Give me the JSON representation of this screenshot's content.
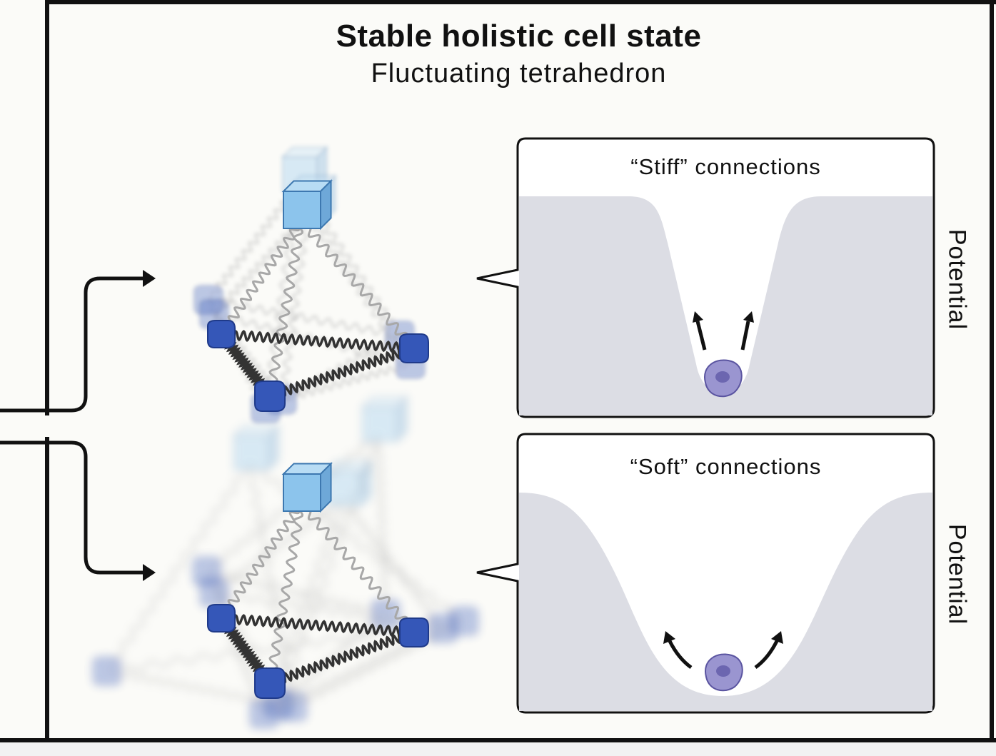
{
  "title": "Stable holistic cell state",
  "subtitle": "Fluctuating tetrahedron",
  "panels": [
    {
      "label": "“Stiff” connections",
      "axis_label": "Potential",
      "connection_type": "stiff"
    },
    {
      "label": "“Soft” connections",
      "axis_label": "Potential",
      "connection_type": "soft"
    }
  ],
  "colors": {
    "potential_fill": "#dcdde4",
    "cell_fill": "#9a95d0",
    "cell_nucleus": "#6c66b0",
    "cube_fill": "#8cc4ec",
    "node_fill": "#3557b8",
    "spring_dark": "#333333",
    "spring_light": "#a8a8a8",
    "line": "#111111"
  }
}
